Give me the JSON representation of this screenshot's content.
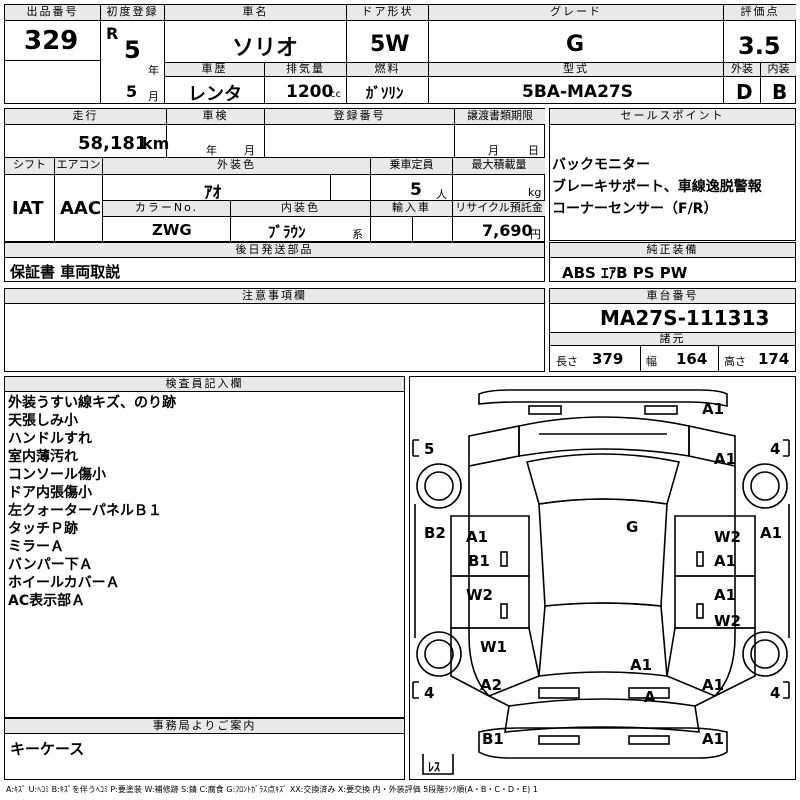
{
  "lot": {
    "label": "出品番号",
    "value": "329"
  },
  "first_reg": {
    "label": "初度登録",
    "era": "R",
    "year": "5",
    "year_unit": "年",
    "month": "5",
    "month_unit": "月"
  },
  "car_name": {
    "label": "車名",
    "value": "ソリオ"
  },
  "door": {
    "label": "ドア形状",
    "value": "5W"
  },
  "grade": {
    "label": "グレード",
    "value": "G"
  },
  "score": {
    "label": "評価点",
    "value": "3.5",
    "ext_label": "外装",
    "int_label": "内装",
    "ext": "D",
    "int": "B"
  },
  "history": {
    "label": "車歴",
    "value": "レンタ"
  },
  "displacement": {
    "label": "排気量",
    "value": "1200",
    "unit": "cc"
  },
  "fuel": {
    "label": "燃料",
    "value": "ｶﾞｿﾘﾝ"
  },
  "model": {
    "label": "型式",
    "value": "5BA-MA27S"
  },
  "mileage": {
    "label": "走行",
    "value": "58,181",
    "unit": "km"
  },
  "inspection": {
    "label": "車検",
    "year_unit": "年",
    "month_unit": "月"
  },
  "reg_no": {
    "label": "登録番号"
  },
  "transfer": {
    "label": "譲渡書類期限",
    "month_unit": "月",
    "day_unit": "日"
  },
  "shift": {
    "label": "シフト",
    "value": "IAT"
  },
  "aircon": {
    "label": "エアコン",
    "value": "AAC"
  },
  "ext_color": {
    "label": "外装色",
    "value": "ｱｵ"
  },
  "capacity": {
    "label": "乗車定員",
    "value": "5",
    "unit": "人"
  },
  "max_load": {
    "label": "最大積載量",
    "unit": "kg"
  },
  "color_no": {
    "label": "カラーNo.",
    "value": "ZWG"
  },
  "int_color": {
    "label": "内装色",
    "value": "ﾌﾞﾗｳﾝ",
    "unit": "系"
  },
  "import": {
    "label": "輸入車"
  },
  "recycle": {
    "label": "リサイクル預託金",
    "value": "7,690",
    "unit": "円"
  },
  "later_parts": {
    "label": "後日発送部品",
    "value": "保証書 車両取説"
  },
  "sales_points": {
    "label": "セールスポイント",
    "lines": [
      "バックモニター",
      "ブレーキサポート、車線逸脱警報",
      "コーナーセンサー（F/R）"
    ]
  },
  "equipment": {
    "label": "純正装備",
    "value": "ABS ｴｱB PS PW"
  },
  "caution": {
    "label": "注意事項欄"
  },
  "chassis": {
    "label": "車台番号",
    "value": "MA27S-111313"
  },
  "specs": {
    "label": "諸元",
    "length_label": "長さ",
    "length": "379",
    "width_label": "幅",
    "width": "164",
    "height_label": "高さ",
    "height": "174"
  },
  "inspector": {
    "label": "検査員記入欄",
    "lines": [
      "外装うすい線キズ、のり跡",
      "天張しみ小",
      "ハンドルすれ",
      "室内薄汚れ",
      "コンソール傷小",
      "ドア内張傷小",
      "左クォーターパネルＢ１",
      "タッチＰ跡",
      "ミラーＡ",
      "バンパー下Ａ",
      "ホイールカバーＡ",
      "AC表示部Ａ"
    ]
  },
  "office": {
    "label": "事務局よりご案内",
    "value": "キーケース"
  },
  "diagram": {
    "front_left_tire": "5",
    "front_right_tire": "4",
    "rear_left_tire": "4",
    "rear_right_tire": "4",
    "spare": "ﾚｽ",
    "marks": {
      "hood_front": "A1",
      "fr_fender": "A1",
      "left_side": "B2",
      "right_side": "A1",
      "l_front_door_1": "A1",
      "l_front_door_2": "B1",
      "l_rear_door": "W2",
      "l_quarter": "W1",
      "r_front_door_1": "W2",
      "r_front_door_2": "A1",
      "r_rear_door_1": "A1",
      "r_rear_door_2": "W2",
      "roof": "G",
      "rear_roof": "A1",
      "l_rear_corner": "A2",
      "r_rear_corner": "A1",
      "rear_center": "A",
      "l_bumper": "B1",
      "r_bumper": "A1"
    }
  },
  "legend": "A:ｷｽﾞ U:ﾍｺﾐ B:ｷｽﾞを伴うﾍｺﾐ P:要塗装 W:補修跡 S:錆 C:腐食 G:ﾌﾛﾝﾄｶﾞﾗｽ点ｷｽﾞ XX:交換済み X:要交換 内・外装評価 5段階ﾗﾝｸ順(A・B・C・D・E) 1"
}
